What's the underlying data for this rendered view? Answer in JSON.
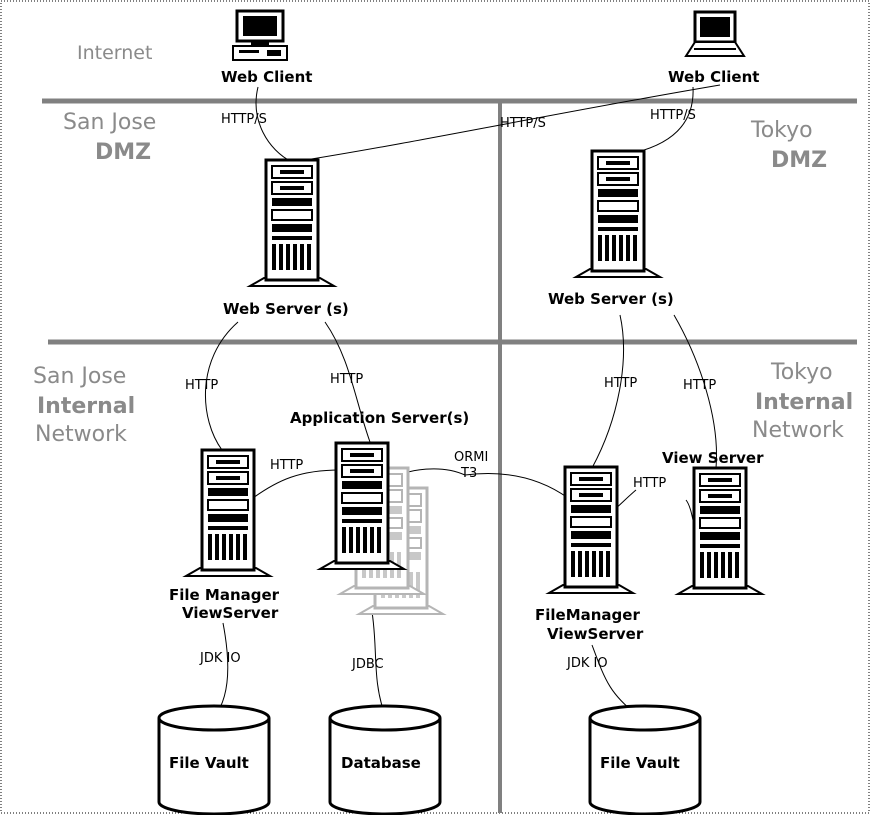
{
  "zones": {
    "internet": "Internet",
    "sanjose_dmz_1": "San Jose",
    "sanjose_dmz_2": "DMZ",
    "tokyo_dmz_1": "Tokyo",
    "tokyo_dmz_2": "DMZ",
    "sanjose_int_1": "San Jose",
    "sanjose_int_2": "Internal",
    "sanjose_int_3": "Network",
    "tokyo_int_1": "Tokyo",
    "tokyo_int_2": "Internal",
    "tokyo_int_3": "Network"
  },
  "nodes": {
    "web_client_left": "Web Client",
    "web_client_right": "Web Client",
    "web_server_sj": "Web Server (s)",
    "web_server_tk": "Web Server (s)",
    "app_server": "Application Server(s)",
    "view_server": "View Server",
    "fm_sj_1": "File Manager",
    "fm_sj_2": "ViewServer",
    "fm_tk_1": "FileManager",
    "fm_tk_2": "ViewServer"
  },
  "links": {
    "https_left": "HTTP/S",
    "https_mid": "HTTP/S",
    "https_right": "HTTP/S",
    "http_sj_1": "HTTP",
    "http_sj_2": "HTTP",
    "http_sj_fm": "HTTP",
    "http_tk_1": "HTTP",
    "http_tk_2": "HTTP",
    "http_tk_fm": "HTTP",
    "ormi": "ORMI",
    "t3": "T3",
    "jdkio_left": "JDK IO",
    "jdbc": "JDBC",
    "jdkio_right": "JDK IO"
  },
  "storage": {
    "vault_left": "File Vault",
    "database": "Database",
    "vault_right": "File Vault"
  }
}
